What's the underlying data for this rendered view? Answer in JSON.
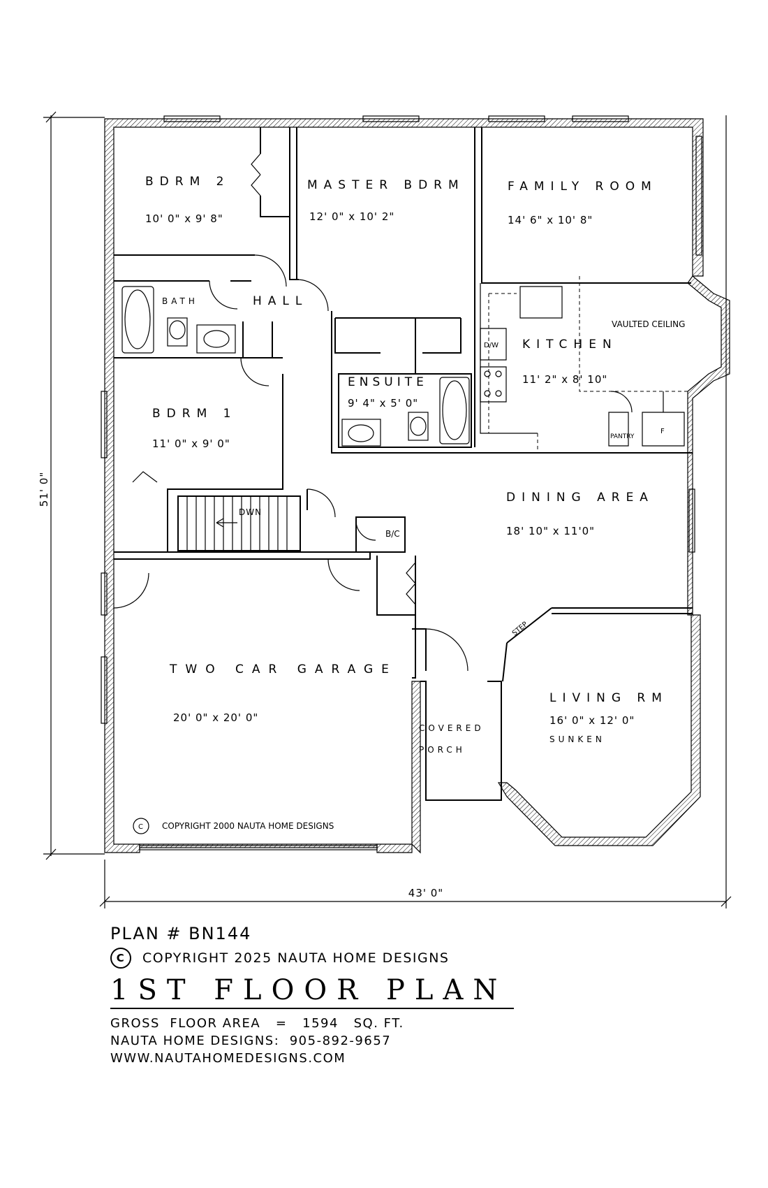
{
  "plan": {
    "overall_height_dim": "51' 0\"",
    "overall_width_dim": "43' 0\"",
    "rooms": {
      "bdrm2": {
        "name": "BDRM 2",
        "size": "10' 0\" x 9' 8\""
      },
      "master": {
        "name": "MASTER BDRM",
        "size": "12' 0\" x 10' 2\""
      },
      "family": {
        "name": "FAMILY ROOM",
        "size": "14' 6\" x 10' 8\""
      },
      "bath": {
        "name": "BATH"
      },
      "hall": {
        "name": "HALL"
      },
      "kitchen": {
        "name": "KITCHEN",
        "size": "11' 2\" x 8' 10\""
      },
      "vaulted": {
        "name": "VAULTED CEILING"
      },
      "dw": {
        "name": "D/W"
      },
      "ensuite": {
        "name": "ENSUITE",
        "size": "9' 4\" x 5' 0\""
      },
      "bdrm1": {
        "name": "BDRM 1",
        "size": "11' 0\" x 9' 0\""
      },
      "pantry": {
        "name": "PANTRY"
      },
      "fridge": {
        "name": "F"
      },
      "dining": {
        "name": "DINING AREA",
        "size": "18' 10\" x 11'0\""
      },
      "stairs": {
        "name": "DWN"
      },
      "bc": {
        "name": "B/C"
      },
      "step": {
        "name": "STEP"
      },
      "garage": {
        "name": "TWO CAR GARAGE",
        "size": "20' 0\" x 20' 0\""
      },
      "porch": {
        "line1": "COVERED",
        "line2": "PORCH"
      },
      "living": {
        "name": "LIVING RM",
        "size": "16' 0\" x 12' 0\"",
        "note": "SUNKEN"
      }
    },
    "copyright_inner": "COPYRIGHT 2000 NAUTA HOME DESIGNS",
    "copyright_symbol": "C"
  },
  "title_block": {
    "plan_number": "PLAN # BN144",
    "copyright": "COPYRIGHT 2025 NAUTA HOME DESIGNS",
    "title": "1ST FLOOR PLAN",
    "gross_area": "GROSS  FLOOR AREA   =   1594   SQ. FT.",
    "phone": "NAUTA HOME DESIGNS:  905-892-9657",
    "website": "WWW.NAUTAHOMEDESIGNS.COM"
  }
}
